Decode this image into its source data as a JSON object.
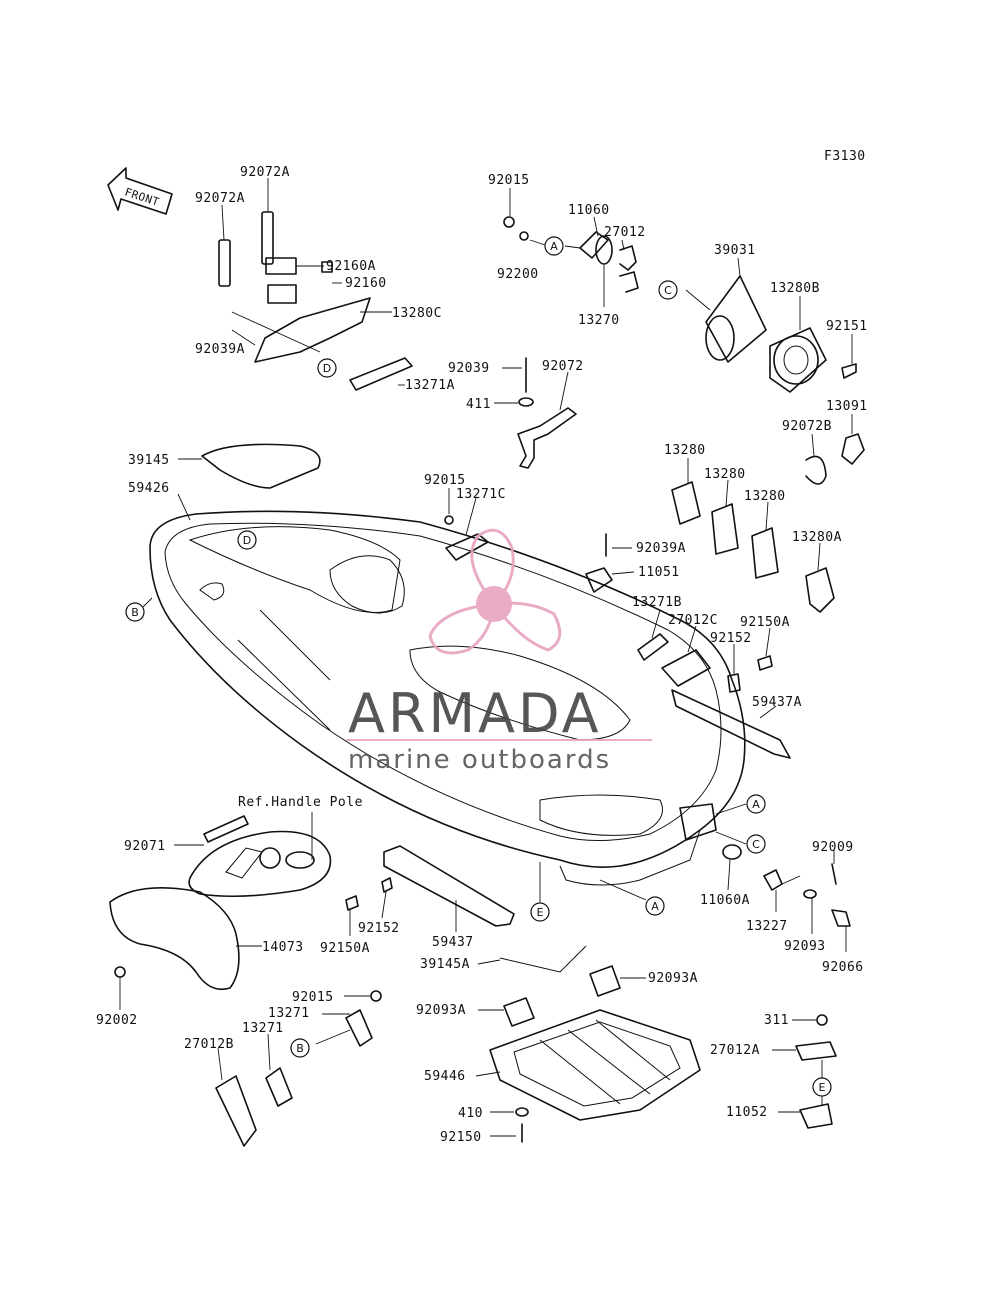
{
  "figure_code": "F3130",
  "front_label": "FRONT",
  "ref_note": "Ref.Handle Pole",
  "watermark": {
    "brand": "ARMADA",
    "tagline": "marine outboards",
    "accent_color": "#e7a2c0",
    "text_color": "#444444"
  },
  "circle_refs": {
    "a": "A",
    "b": "B",
    "c": "C",
    "d": "D",
    "e": "E"
  },
  "parts": {
    "p92072a_1": "92072A",
    "p92072a_2": "92072A",
    "p92160a": "92160A",
    "p92160": "92160",
    "p13280c": "13280C",
    "p92039a": "92039A",
    "p13271a": "13271A",
    "p92015_1": "92015",
    "p11060": "11060",
    "p27012": "27012",
    "p92200": "92200",
    "p13270": "13270",
    "p39031": "39031",
    "p13280b": "13280B",
    "p92151": "92151",
    "p92039": "92039",
    "p92072": "92072",
    "p411": "411",
    "p13091": "13091",
    "p92072b": "92072B",
    "p39145": "39145",
    "p59426": "59426",
    "p92015_2": "92015",
    "p13271c": "13271C",
    "p13280_1": "13280",
    "p13280_2": "13280",
    "p13280_3": "13280",
    "p13280a": "13280A",
    "p92039a_2": "92039A",
    "p11051": "11051",
    "p13271b": "13271B",
    "p27012c": "27012C",
    "p92150a_1": "92150A",
    "p92152_1": "92152",
    "p59437a": "59437A",
    "p92071": "92071",
    "p14073": "14073",
    "p92002": "92002",
    "p92150a_2": "92150A",
    "p92152_2": "92152",
    "p59437": "59437",
    "p11060a": "11060A",
    "p92009": "92009",
    "p13227": "13227",
    "p92093": "92093",
    "p92066": "92066",
    "p39145a": "39145A",
    "p92093a_1": "92093A",
    "p92093a_2": "92093A",
    "p92015_3": "92015",
    "p13271_1": "13271",
    "p13271_2": "13271",
    "p27012b": "27012B",
    "p59446": "59446",
    "p410": "410",
    "p92150": "92150",
    "p311": "311",
    "p27012a": "27012A",
    "p11052": "11052"
  }
}
